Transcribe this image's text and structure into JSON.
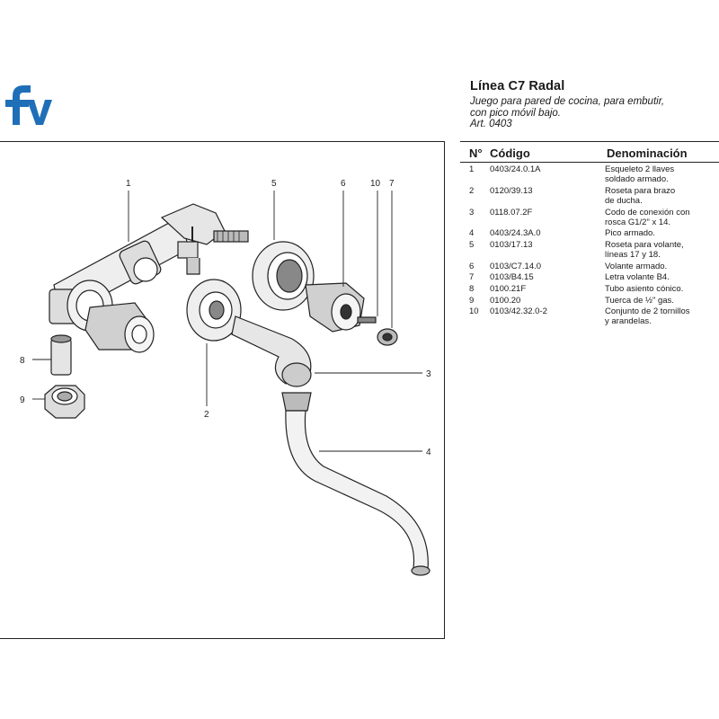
{
  "brand": {
    "logo_text": "fv",
    "logo_color": "#1f6fb8"
  },
  "header": {
    "title": "Línea C7 Radal",
    "subtitle_lines": [
      "Juego para pared de cocina, para embutir,",
      "con pico móvil bajo.",
      "Art. 0403"
    ]
  },
  "table": {
    "headers": {
      "num": "N°",
      "code": "Código",
      "name": "Denominación"
    },
    "rows": [
      {
        "num": "1",
        "code": "0403/24.0.1A",
        "name": "Esqueleto 2 llaves\n  soldado armado."
      },
      {
        "num": "2",
        "code": "0120/39.13",
        "name": "Roseta para brazo\n  de ducha."
      },
      {
        "num": "3",
        "code": "0118.07.2F",
        "name": "Codo de conexión con\n  rosca G1/2\" x 14."
      },
      {
        "num": "4",
        "code": "0403/24.3A.0",
        "name": "Pico armado."
      },
      {
        "num": "5",
        "code": "0103/17.13",
        "name": "Roseta para volante,\n  líneas 17 y 18."
      },
      {
        "num": "6",
        "code": "0103/C7.14.0",
        "name": "Volante armado."
      },
      {
        "num": "7",
        "code": "0103/B4.15",
        "name": "Letra volante B4."
      },
      {
        "num": "8",
        "code": "0100.21F",
        "name": "Tubo asiento cónico."
      },
      {
        "num": "9",
        "code": "0100.20",
        "name": "Tuerca de ½\" gas."
      },
      {
        "num": "10",
        "code": "0103/42.32.0-2",
        "name": "Conjunto de 2 tornillos\n  y arandelas."
      }
    ]
  },
  "diagram": {
    "callouts": [
      "1",
      "2",
      "3",
      "4",
      "5",
      "6",
      "7",
      "8",
      "9",
      "10"
    ]
  }
}
